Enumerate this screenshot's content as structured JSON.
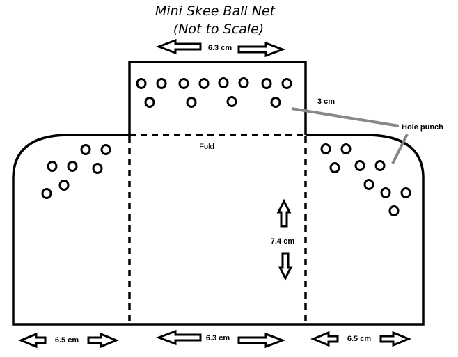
{
  "title": "Mini Skee Ball Net",
  "subtitle": "(Not to Scale)",
  "labels": {
    "top_width": "6.3 cm",
    "top_height": "3 cm",
    "hole_punch": "Hole punch",
    "fold": "Fold",
    "center_height": "7.4 cm",
    "bottom_left": "6.5 cm",
    "bottom_center": "6.3 cm",
    "bottom_right": "6.5 cm"
  }
}
